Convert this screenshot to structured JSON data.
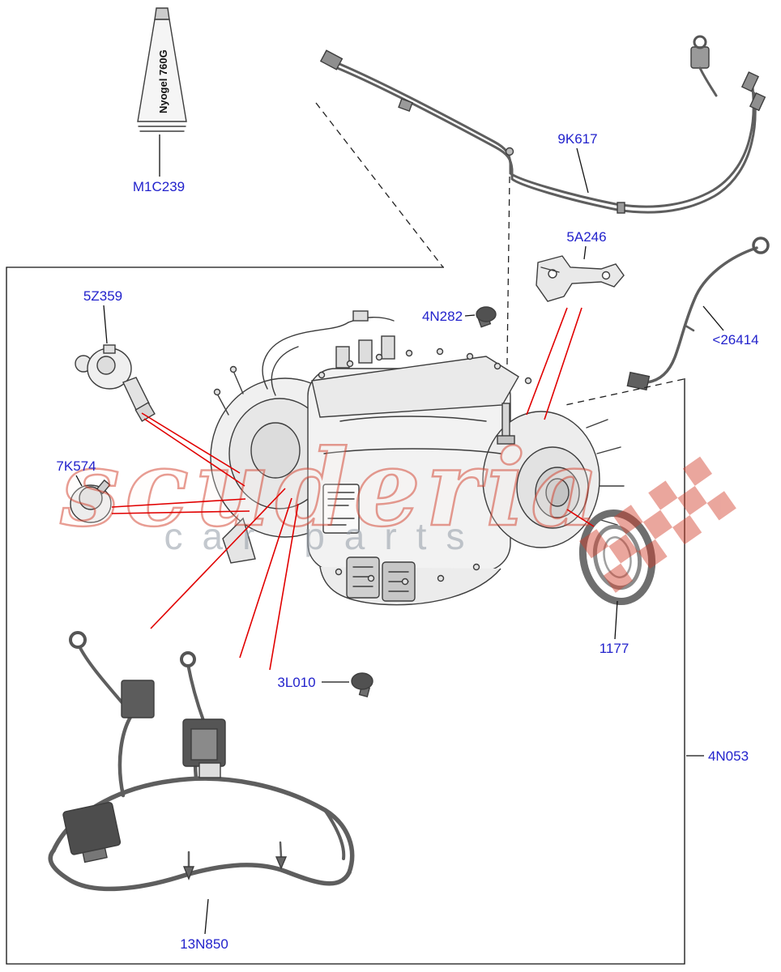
{
  "colors": {
    "label_blue": "#2222cc",
    "leader_red": "#e10000",
    "watermark_red": "#d23b28",
    "watermark_gray": "#97a0aa"
  },
  "tube": {
    "text": "Nyogel 760G"
  },
  "watermark": {
    "line1": "scuderia",
    "line2": "car parts"
  },
  "parts": [
    {
      "key": "m1c239",
      "label": "M1C239"
    },
    {
      "key": "9k617",
      "label": "9K617"
    },
    {
      "key": "5a246",
      "label": "5A246"
    },
    {
      "key": "26414",
      "label": "<26414"
    },
    {
      "key": "4n282",
      "label": "4N282"
    },
    {
      "key": "5z359",
      "label": "5Z359"
    },
    {
      "key": "7k574",
      "label": "7K574"
    },
    {
      "key": "1177",
      "label": "1177"
    },
    {
      "key": "3l010",
      "label": "3L010"
    },
    {
      "key": "4n053",
      "label": "4N053"
    },
    {
      "key": "13n850",
      "label": "13N850"
    }
  ]
}
